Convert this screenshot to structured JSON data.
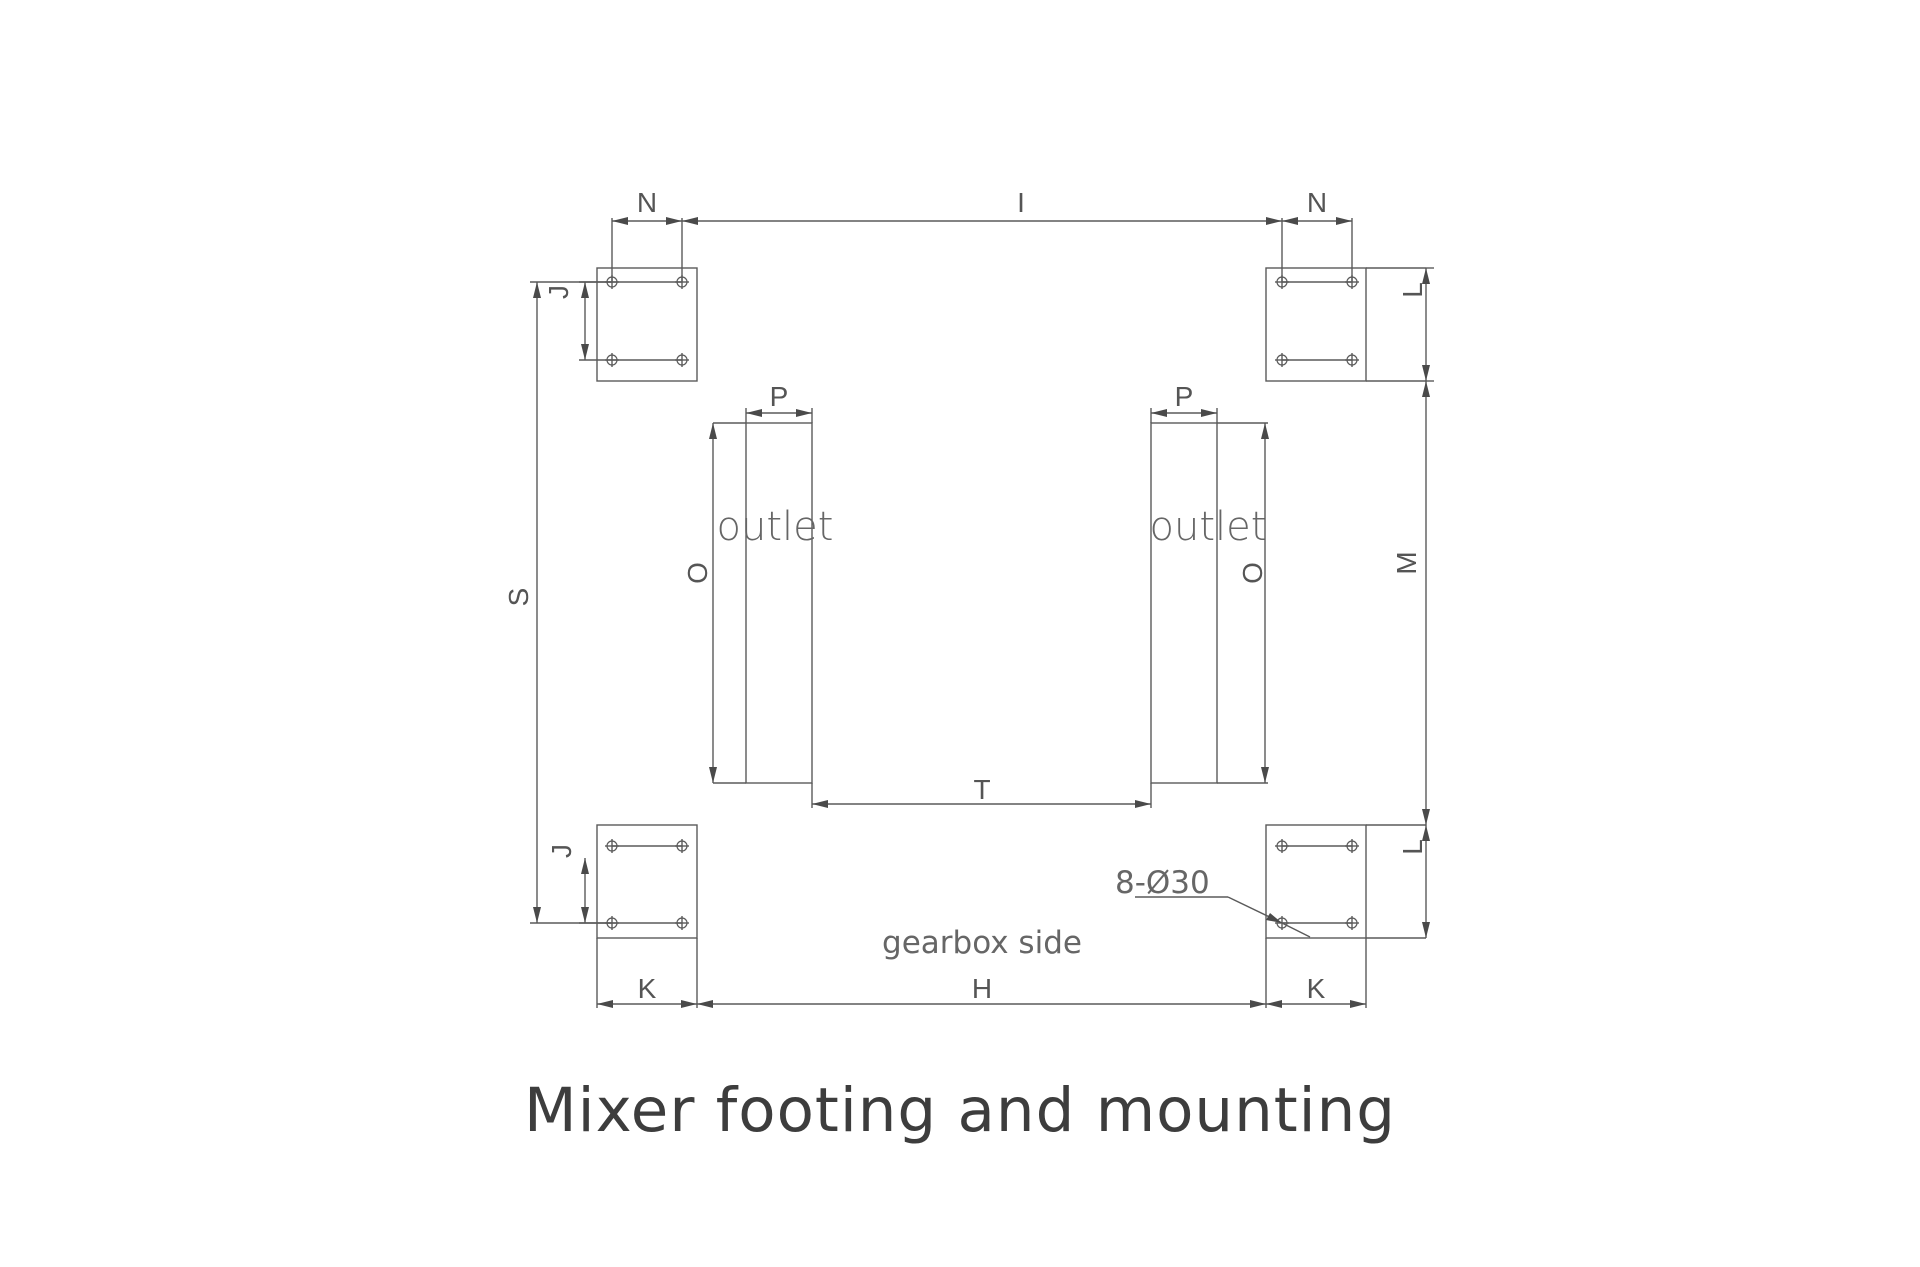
{
  "caption": "Mixer footing and mounting",
  "labels": {
    "N_left": "N",
    "I": "I",
    "N_right": "N",
    "J_top": "J",
    "L_top": "L",
    "S": "S",
    "P_left": "P",
    "P_right": "P",
    "outlet_left": "outlet",
    "outlet_right": "outlet",
    "O_left": "O",
    "O_right": "O",
    "M": "M",
    "T": "T",
    "J_bottom": "J",
    "L_bottom": "L",
    "hole_note": "8-Ø30",
    "gearbox_side": "gearbox side",
    "K_left": "K",
    "H": "H",
    "K_right": "K"
  }
}
